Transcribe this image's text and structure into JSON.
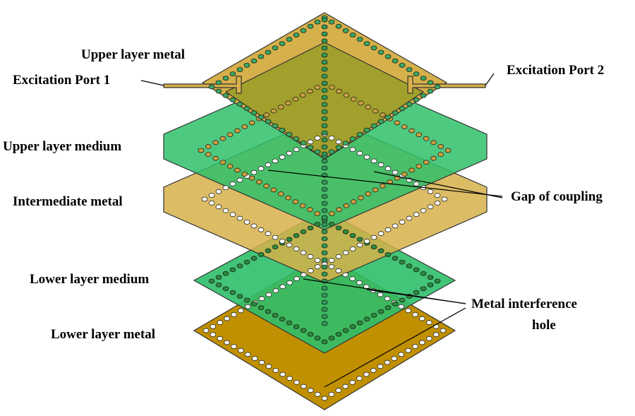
{
  "labels": {
    "upper_metal": "Upper layer metal",
    "port1": "Excitation Port 1",
    "port2": "Excitation Port 2",
    "upper_medium": "Upper layer medium",
    "intermediate_metal": "Intermediate metal",
    "gap": "Gap of coupling",
    "lower_medium": "Lower layer medium",
    "metal_hole": "Metal interference",
    "metal_hole_2": "hole",
    "lower_metal": "Lower layer metal"
  },
  "colors": {
    "metal": "#d6b04a",
    "metal_dark": "#c09000",
    "medium": "#2fbf6a",
    "overlay": "#8a9a20"
  }
}
